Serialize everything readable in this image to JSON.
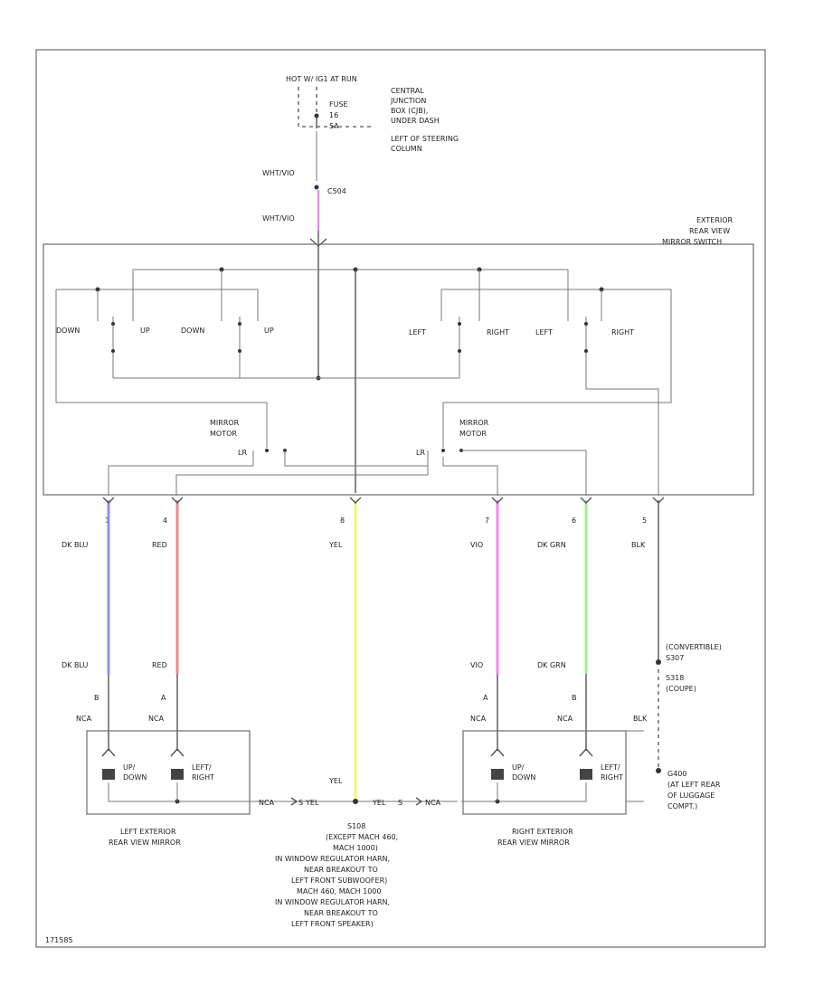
{
  "power": {
    "hot": "HOT W/ IG1 AT RUN",
    "fuse_lines": [
      "FUSE",
      "16",
      "5A"
    ],
    "location_lines": [
      "CENTRAL",
      "JUNCTION",
      "BOX (CJB),",
      "UNDER DASH",
      "LEFT OF STEERING",
      "COLUMN"
    ]
  },
  "supply": {
    "wire_top": "WHT/VIO",
    "wire_bottom": "WHT/VIO",
    "circuit": "C504"
  },
  "switch": {
    "title_lines": [
      "EXTERIOR",
      "REAR VIEW",
      "MIRROR SWITCH"
    ],
    "labels": [
      "DOWN",
      "UP",
      "DOWN",
      "UP",
      "LEFT",
      "RIGHT",
      "LEFT",
      "RIGHT"
    ],
    "mirror_motor_left": [
      "MIRROR",
      "MOTOR"
    ],
    "mirror_motor_right": [
      "MIRROR",
      "MOTOR"
    ],
    "lr_left": "LR",
    "lr_right": "LR"
  },
  "wires": [
    {
      "pin": "1",
      "color_top": "DK BLU",
      "color_bottom": "DK BLU",
      "pin_bottom": "B",
      "conn": "NCA",
      "hex": "#8a95e8"
    },
    {
      "pin": "4",
      "color_top": "RED",
      "color_bottom": "RED",
      "pin_bottom": "A",
      "conn": "NCA",
      "hex": "#f08a8a"
    },
    {
      "pin": "8",
      "color_top": "YEL",
      "color_bottom": "YEL",
      "pin_bottom": "",
      "conn": "",
      "hex": "#f5f56a"
    },
    {
      "pin": "7",
      "color_top": "VIO",
      "color_bottom": "VIO",
      "pin_bottom": "A",
      "conn": "NCA",
      "hex": "#f08af0"
    },
    {
      "pin": "6",
      "color_top": "DK GRN",
      "color_bottom": "DK GRN",
      "pin_bottom": "B",
      "conn": "NCA",
      "hex": "#9cf09c"
    },
    {
      "pin": "5",
      "color_top": "BLK",
      "color_bottom": "BLK",
      "pin_bottom": "",
      "conn": "",
      "hex": "#555555"
    }
  ],
  "left_mirror": {
    "motor1": [
      "UP/",
      "DOWN"
    ],
    "motor2": [
      "LEFT/",
      "RIGHT"
    ],
    "caption": [
      "LEFT EXTERIOR",
      "REAR VIEW MIRROR"
    ]
  },
  "right_mirror": {
    "motor1": [
      "UP/",
      "DOWN"
    ],
    "motor2": [
      "LEFT/",
      "RIGHT"
    ],
    "caption": [
      "RIGHT EXTERIOR",
      "REAR VIEW MIRROR"
    ]
  },
  "bottom_conns": {
    "nca_left": "NCA",
    "yel_left": "YEL",
    "yel_right": "YEL",
    "nca_right": "NCA",
    "s_left": "S",
    "s_right": "S"
  },
  "splice_note": [
    "S108",
    "(EXCEPT MACH 460,",
    "MACH 1000)",
    "IN WINDOW REGULATOR HARN,",
    "NEAR BREAKOUT TO",
    "LEFT FRONT SUBWOOFER)",
    "MACH 460, MACH 1000",
    "IN WINDOW REGULATOR HARN,",
    "NEAR BREAKOUT TO",
    "LEFT FRONT SPEAKER)"
  ],
  "ground": {
    "splice": [
      "(CONVERTIBLE)",
      "S307",
      "S318",
      "(COUPE)"
    ],
    "blk": "BLK",
    "g_lines": [
      "G400",
      "(AT LEFT REAR",
      "OF LUGGAGE",
      "COMPT.)"
    ]
  },
  "figure_id": "171585"
}
